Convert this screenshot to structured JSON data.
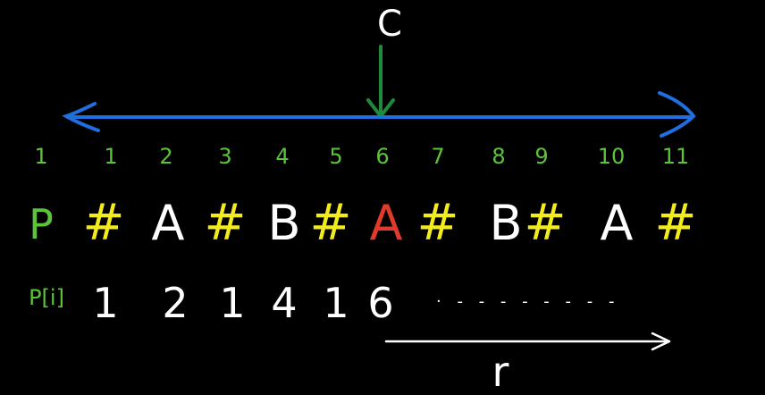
{
  "center_label": "C",
  "radius_label": "r",
  "p_label": "P",
  "p_array_label": "P[i]",
  "indices": [
    "1",
    "1",
    "2",
    "3",
    "4",
    "5",
    "6",
    "7",
    "8",
    "9",
    "10",
    "11"
  ],
  "characters": [
    "#",
    "A",
    "#",
    "B",
    "#",
    "A",
    "#",
    "B",
    "#",
    "A",
    "#"
  ],
  "p_values": [
    "1",
    "2",
    "1",
    "4",
    "1",
    "6"
  ],
  "continuation": "· - - - - - - - -",
  "colors": {
    "background": "#000000",
    "index": "#5cc43a",
    "hash": "#f2ec1e",
    "letter": "#ffffff",
    "center_letter": "#e23a2a",
    "range_arrow": "#1f6fe0",
    "center_arrow": "#1e8a3c",
    "p_label": "#5cc43a"
  }
}
